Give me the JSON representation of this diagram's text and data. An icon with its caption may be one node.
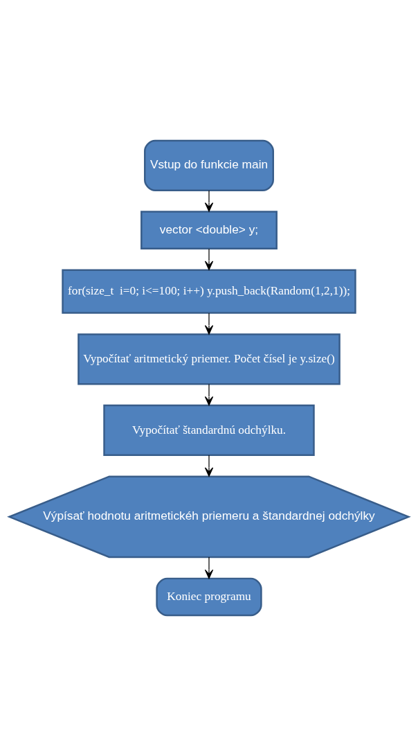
{
  "diagram": {
    "nodes": [
      {
        "text": [
          "Vstup do funkcie main"
        ]
      },
      {
        "text": [
          "vector <double> y;"
        ]
      },
      {
        "text": [
          "for(size_t  i=0; i<=100; i++) y.push_back(Random(1,2,1));"
        ]
      },
      {
        "text": [
          "Vypočítať aritmetický priemer. Počet čísel je y.size()"
        ]
      },
      {
        "text": [
          "Vypočítať štandardnú odchýlku."
        ]
      },
      {
        "text": [
          "Výpísať hodnotu aritmetickéh priemeru a štandardnej odchýlky"
        ]
      },
      {
        "text": [
          "Koniec programu"
        ]
      }
    ],
    "edges": [
      {
        "from": 0,
        "to": 1,
        "arrow": "to"
      },
      {
        "from": 1,
        "to": 2,
        "arrow": "to"
      },
      {
        "from": 2,
        "to": 3,
        "arrow": "to"
      },
      {
        "from": 3,
        "to": 4,
        "arrow": "to"
      },
      {
        "from": 4,
        "to": 5,
        "arrow": "to"
      },
      {
        "from": 5,
        "to": 6,
        "arrow": "to"
      }
    ]
  }
}
